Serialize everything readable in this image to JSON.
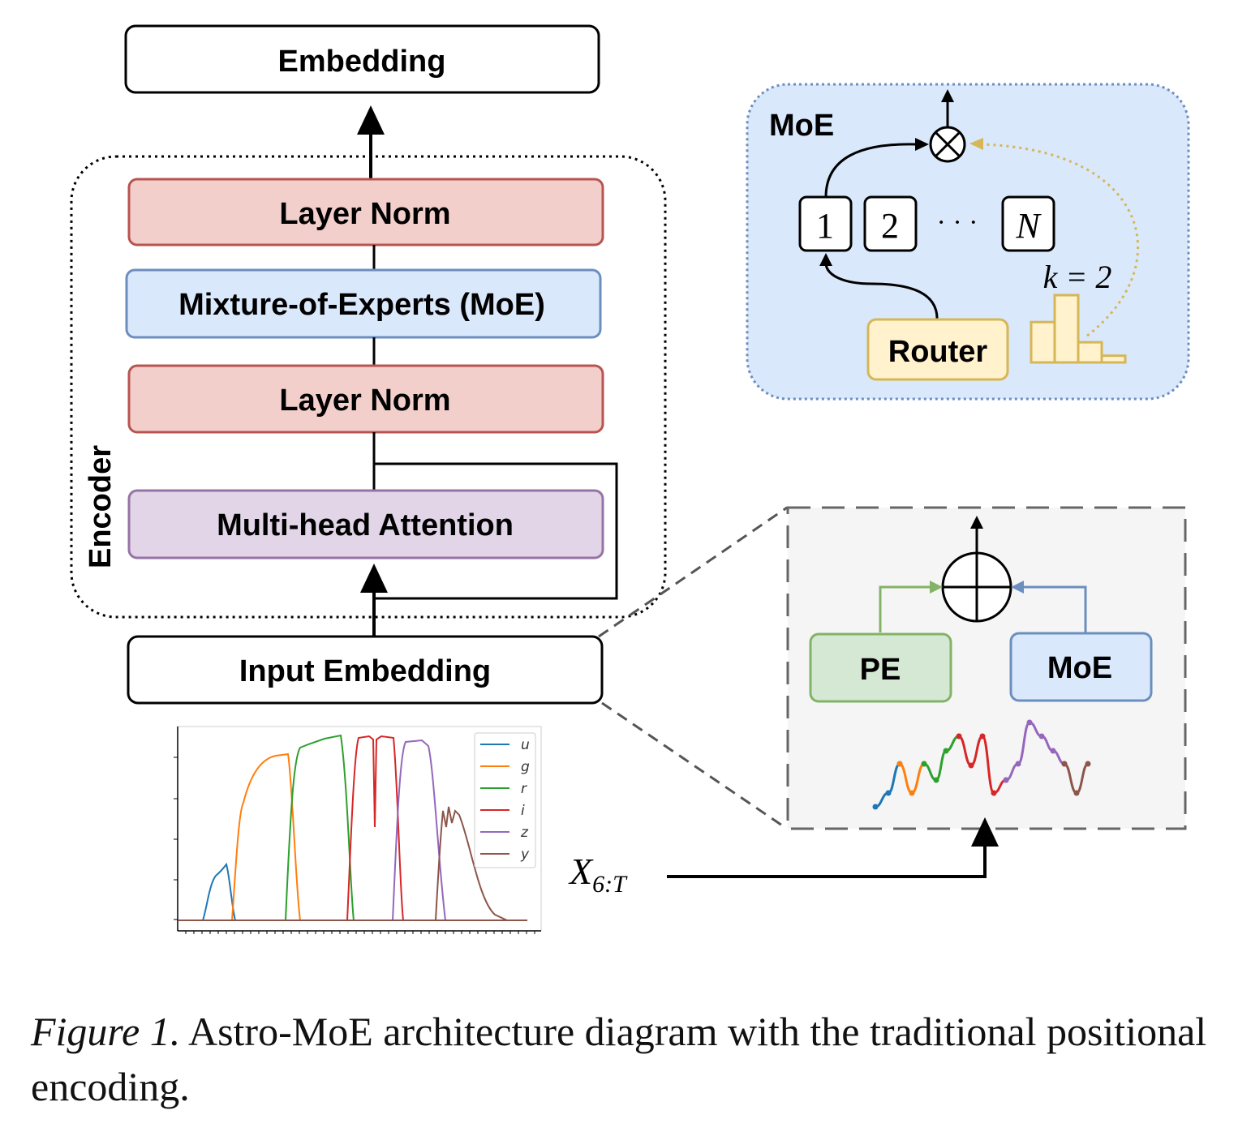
{
  "encoder": {
    "group_label": "Encoder",
    "embedding_label": "Embedding",
    "layer_norm_top_label": "Layer Norm",
    "moe_label": "Mixture-of-Experts (MoE)",
    "layer_norm_bottom_label": "Layer Norm",
    "attention_label": "Multi-head Attention",
    "input_embedding_label": "Input Embedding"
  },
  "moe_panel": {
    "title": "MoE",
    "experts": [
      "1",
      "2",
      "N"
    ],
    "ellipsis": "· · ·",
    "k_label": "k = 2",
    "router_label": "Router",
    "combine_symbol": "⊗",
    "gate_values": [
      0.6,
      1.0,
      0.3,
      0.1
    ]
  },
  "input_panel": {
    "pe_label": "PE",
    "moe_label": "MoE",
    "sum_symbol": "⊕"
  },
  "sequence_label": {
    "main": "X",
    "subscript": "6:T"
  },
  "band_legend": [
    "u",
    "g",
    "r",
    "i",
    "z",
    "y"
  ],
  "colors": {
    "layer_norm_fill": "#f2cfcb",
    "layer_norm_border": "#b85450",
    "moe_fill": "#dae8fc",
    "moe_border": "#6c8ebf",
    "attention_fill": "#e1d5e7",
    "attention_border": "#9673a6",
    "router_fill": "#fff2cc",
    "router_border": "#d6b656",
    "pe_fill": "#d5e8d4",
    "pe_border": "#82b366",
    "band_u": "#1f77b4",
    "band_g": "#ff7f0e",
    "band_r": "#2ca02c",
    "band_i": "#d62728",
    "band_z": "#9467bd",
    "band_y": "#8c564b"
  },
  "caption": {
    "figure_label": "Figure 1.",
    "text": " Astro-MoE architecture diagram with the traditional positional encoding."
  }
}
